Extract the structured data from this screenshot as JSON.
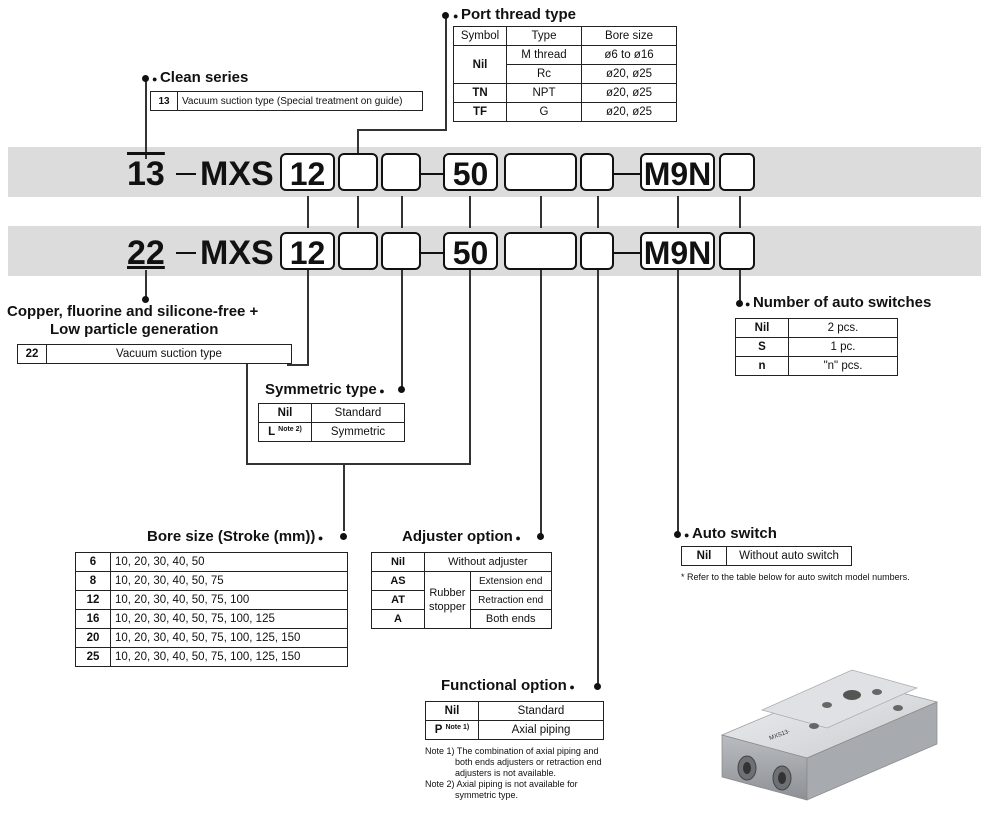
{
  "prefix_top": "13",
  "prefix_bottom": "22",
  "series": "MXS",
  "bore_example": "12",
  "stroke_example": "50",
  "switch_example": "M9N",
  "dash": "—",
  "clean_series": {
    "title": "Clean series",
    "rows": [
      {
        "code": "13",
        "desc": "Vacuum suction type (Special treatment on guide)"
      }
    ]
  },
  "copper_free": {
    "title_line1": "Copper, fluorine and silicone-free +",
    "title_line2": "Low particle generation",
    "rows": [
      {
        "code": "22",
        "desc": "Vacuum suction type"
      }
    ]
  },
  "port_thread": {
    "title": "Port thread type",
    "headers": [
      "Symbol",
      "Type",
      "Bore size"
    ],
    "rows": [
      {
        "symbol": "Nil",
        "type": "M thread",
        "bore": "ø6 to ø16"
      },
      {
        "symbol": "",
        "type": "Rc",
        "bore": "ø20, ø25"
      },
      {
        "symbol": "TN",
        "type": "NPT",
        "bore": "ø20, ø25"
      },
      {
        "symbol": "TF",
        "type": "G",
        "bore": "ø20, ø25"
      }
    ]
  },
  "symmetric": {
    "title": "Symmetric type",
    "rows": [
      {
        "code": "Nil",
        "note": "",
        "desc": "Standard"
      },
      {
        "code": "L",
        "note": "Note 2)",
        "desc": "Symmetric"
      }
    ]
  },
  "bore_size": {
    "title": "Bore size (Stroke (mm))",
    "rows": [
      {
        "bore": "6",
        "strokes": "10, 20, 30, 40, 50"
      },
      {
        "bore": "8",
        "strokes": "10, 20, 30, 40, 50, 75"
      },
      {
        "bore": "12",
        "strokes": "10, 20, 30, 40, 50, 75, 100"
      },
      {
        "bore": "16",
        "strokes": "10, 20, 30, 40, 50, 75, 100, 125"
      },
      {
        "bore": "20",
        "strokes": "10, 20, 30, 40, 50, 75, 100, 125, 150"
      },
      {
        "bore": "25",
        "strokes": "10, 20, 30, 40, 50, 75, 100, 125, 150"
      }
    ]
  },
  "adjuster": {
    "title": "Adjuster option",
    "nil_code": "Nil",
    "nil_desc": "Without adjuster",
    "group_label_1": "Rubber",
    "group_label_2": "stopper",
    "rows": [
      {
        "code": "AS",
        "desc": "Extension end"
      },
      {
        "code": "AT",
        "desc": "Retraction end"
      },
      {
        "code": "A",
        "desc": "Both ends"
      }
    ]
  },
  "functional": {
    "title": "Functional option",
    "rows": [
      {
        "code": "Nil",
        "note": "",
        "desc": "Standard"
      },
      {
        "code": "P",
        "note": "Note 1)",
        "desc": "Axial piping"
      }
    ],
    "notes": [
      "Note 1) The combination of axial piping and",
      "both ends adjusters or retraction end",
      "adjusters is not available.",
      "Note 2) Axial piping is not available for",
      "symmetric type."
    ]
  },
  "num_switches": {
    "title": "Number of auto switches",
    "rows": [
      {
        "code": "Nil",
        "desc": "2 pcs."
      },
      {
        "code": "S",
        "desc": "1 pc."
      },
      {
        "code": "n",
        "desc": "\"n\" pcs."
      }
    ]
  },
  "auto_switch": {
    "title": "Auto switch",
    "rows": [
      {
        "code": "Nil",
        "desc": "Without auto switch"
      }
    ],
    "footnote": "* Refer to the table below for auto switch model numbers."
  },
  "product_image": {
    "label": "MXS13-"
  }
}
